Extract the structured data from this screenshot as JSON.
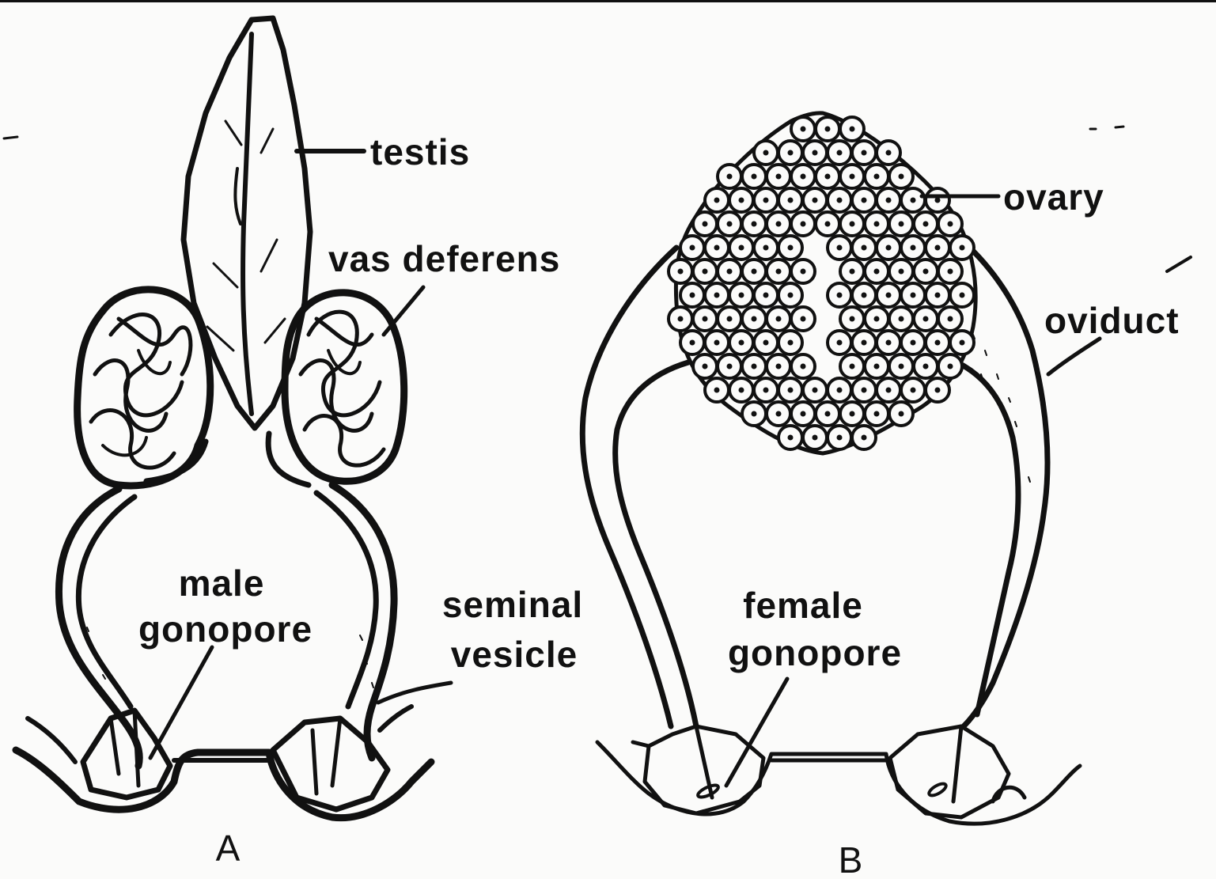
{
  "panels": {
    "male": {
      "letter": "A",
      "labels": {
        "testis": "testis",
        "vas_deferens": "vas deferens",
        "male_gonopore_1": "male",
        "male_gonopore_2": "gonopore",
        "seminal_vesicle_1": "seminal",
        "seminal_vesicle_2": "vesicle"
      }
    },
    "female": {
      "letter": "B",
      "labels": {
        "ovary": "ovary",
        "oviduct": "oviduct",
        "female_gonopore_1": "female",
        "female_gonopore_2": "gonopore"
      }
    }
  },
  "colors": {
    "ink": "#111111",
    "paper": "#fbfbfa"
  }
}
